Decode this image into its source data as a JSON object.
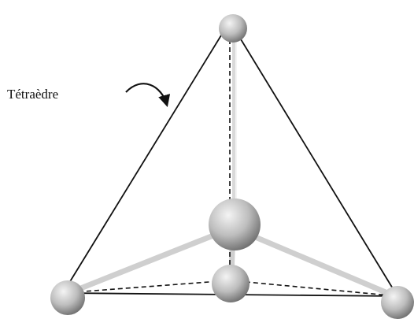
{
  "diagram": {
    "label": "Tétraèdre",
    "colors": {
      "edge": "#111111",
      "bond": "#cfcfcf",
      "sphere_light": "#f4f4f4",
      "sphere_mid": "#bdbdbd",
      "sphere_dark": "#6e6e6e"
    },
    "parts": {
      "atoms": [
        "top-atom",
        "central-atom",
        "left-atom",
        "front-atom",
        "right-atom"
      ],
      "edges": [
        "solid-edge",
        "dashed-edge"
      ],
      "bonds": [
        "top-bond",
        "left-bond",
        "front-bond",
        "right-bond"
      ]
    }
  }
}
